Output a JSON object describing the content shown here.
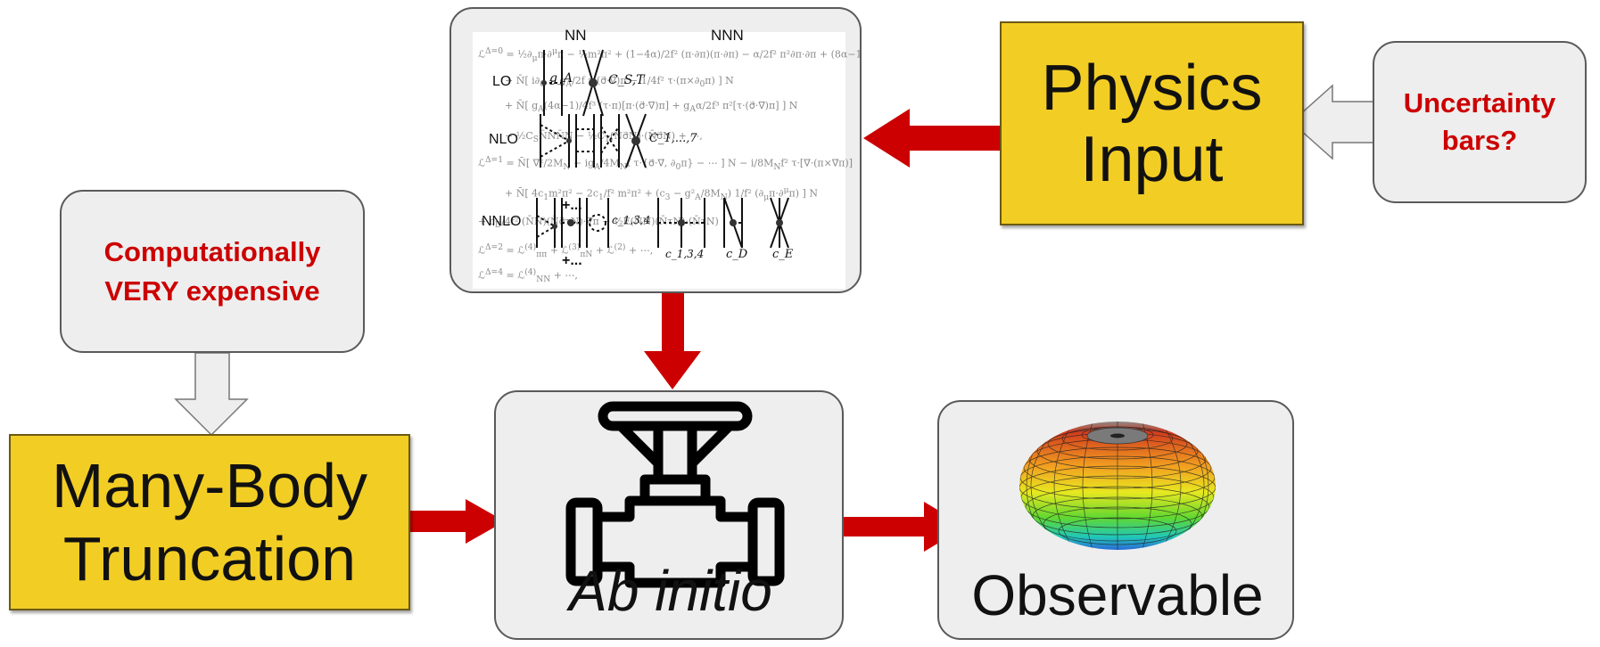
{
  "nodes": {
    "physics_input": {
      "label_line1": "Physics",
      "label_line2": "Input"
    },
    "uncertainty": {
      "label_line1": "Uncertainty",
      "label_line2": "bars?"
    },
    "computational": {
      "label_line1": "Computationally",
      "label_line2": "VERY expensive"
    },
    "many_body": {
      "label_line1": "Many-Body",
      "label_line2": "Truncation"
    },
    "ab_initio": {
      "label": "Ab initio",
      "icon": "valve-icon"
    },
    "observable": {
      "label": "Observable",
      "icon": "deformed-nucleus-icon"
    }
  },
  "eft_panel": {
    "column_labels": [
      "NN",
      "NNN"
    ],
    "orders": [
      "LO",
      "NLO",
      "NNLO"
    ],
    "couplings": [
      "g_A",
      "C_S,T",
      "C_1,...,7",
      "c_1,3,4",
      "c_1,3,4",
      "c_D",
      "c_E"
    ],
    "ellipsis": "+..."
  },
  "colors": {
    "arrow_red": "#cc0000",
    "box_yellow": "#f2cd24",
    "box_gray": "#eeeeee",
    "text_red": "#cc0000"
  }
}
